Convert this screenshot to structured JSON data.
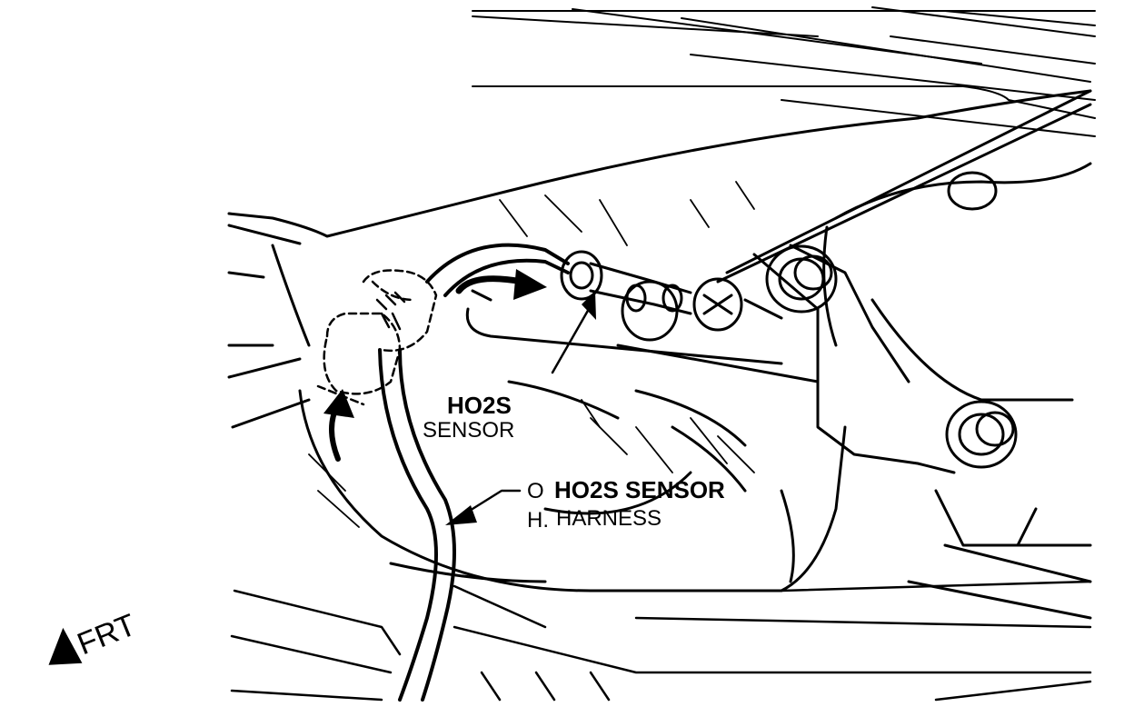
{
  "labels": {
    "sensor_line1": "HO2S",
    "sensor_line2": "SENSOR",
    "harness_prefix1": "O",
    "harness_prefix2": "H.",
    "harness_line1": "HO2S SENSOR",
    "harness_line2": "HARNESS",
    "front": "FRT"
  },
  "colors": {
    "ink": "#000000",
    "paper": "#ffffff"
  }
}
